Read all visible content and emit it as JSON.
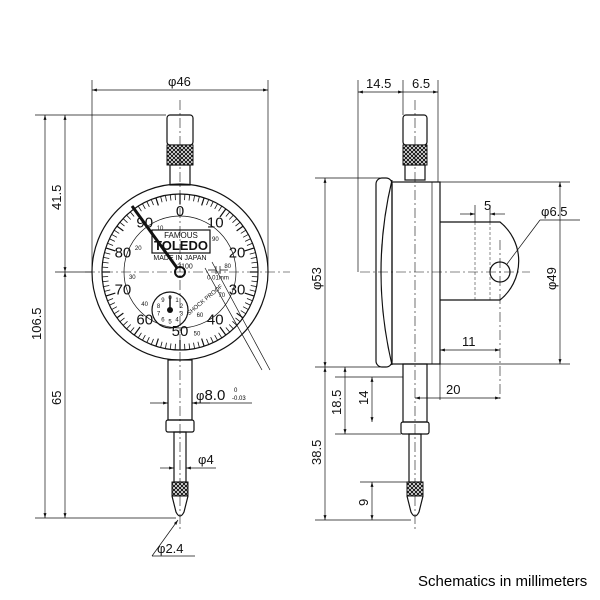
{
  "title": "Dial indicator dimensional schematic",
  "caption": "Schematics in millimeters",
  "front_view": {
    "brand_top": "FAMOUS",
    "brand": "TOLEDO",
    "made_in": "MADE IN JAPAN",
    "model": "2100",
    "resolution": "0.01mm",
    "shock_proof": "SHOCK PROOF",
    "dial_numbers": [
      "0",
      "10",
      "20",
      "30",
      "40",
      "50",
      "60",
      "70",
      "80",
      "90"
    ],
    "dial_inner_numbers": [
      "",
      "90",
      "80",
      "70",
      "60",
      "50",
      "40",
      "30",
      "20",
      "10"
    ],
    "small_dial_numbers": [
      "0",
      "1",
      "2",
      "3",
      "4",
      "5",
      "6",
      "7",
      "8",
      "9"
    ],
    "dimensions": {
      "bezel_diameter": "46",
      "overall_height": "106.5",
      "top_height": "41.5",
      "bottom_height": "65",
      "stem_diameter": "8.0",
      "stem_tolerance_upper": "0",
      "stem_tolerance_lower": "-0.03",
      "spindle_diameter": "4",
      "contact_diameter": "2.4",
      "diameter_symbol": "φ"
    }
  },
  "side_view": {
    "dimensions": {
      "bezel_depth": "14.5",
      "body_depth": "6.5",
      "outer_diameter": "53",
      "body_diameter": "49",
      "lug_thickness": "5",
      "lug_hole": "6.5",
      "lug_hole_offset": "11",
      "lug_length": "20",
      "stem_length": "18.5",
      "stem_clamp": "14",
      "spindle_length": "38.5",
      "tip_length": "9"
    }
  }
}
